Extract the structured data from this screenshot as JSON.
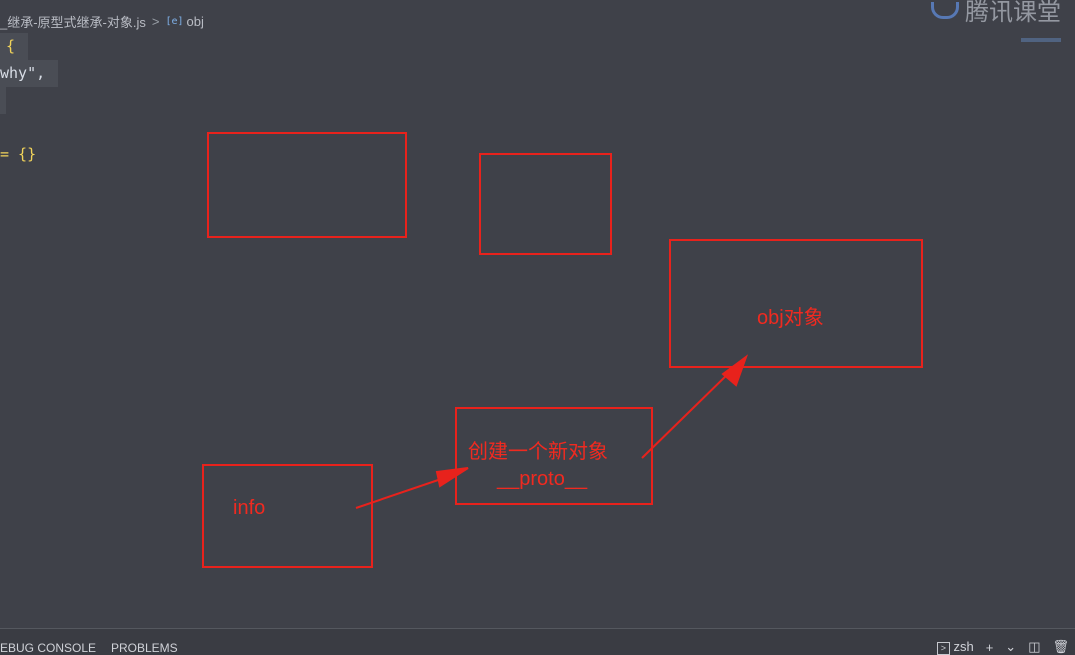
{
  "breadcrumb": {
    "file": "_继承-原型式继承-对象.js",
    "separator": ">",
    "symbol_icon": "[e]",
    "symbol": "obj"
  },
  "watermark": {
    "text": "腾讯课堂",
    "icon": "logo-icon"
  },
  "code": {
    "lines": [
      {
        "text": "{"
      },
      {
        "text": "why\","
      },
      {
        "text": ""
      },
      {
        "text": ""
      },
      {
        "text": "= {}"
      }
    ]
  },
  "annotations": {
    "obj_label": "obj对象",
    "new_object_label": "创建一个新对象",
    "proto_label": "__proto__",
    "info_label": "info"
  },
  "bottom_panel": {
    "tabs": [
      "EBUG CONSOLE",
      "PROBLEMS"
    ],
    "terminal_label": "zsh",
    "icons": [
      "terminal-icon",
      "plus-icon",
      "chevron-down-icon",
      "split-icon",
      "trash-icon"
    ]
  },
  "colors": {
    "annotation_red": "#e8221c",
    "background": "#3f4149"
  }
}
